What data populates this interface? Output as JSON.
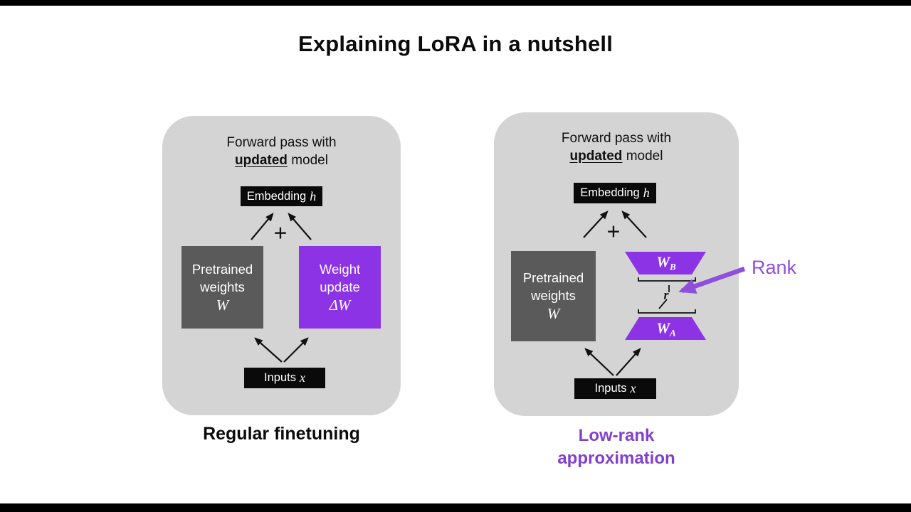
{
  "title": "Explaining LoRA in a nutshell",
  "colors": {
    "panel_bg": "#d4d4d4",
    "dark_box": "#5a5a5a",
    "purple_box": "#8c33e6",
    "rank_purple": "#8f4fdd",
    "caption_purple": "#8240cc",
    "letterbox": "#000000"
  },
  "left_panel": {
    "header": {
      "line1": "Forward pass with",
      "emphasis": "updated",
      "rest": " model"
    },
    "embedding": {
      "label": "Embedding",
      "math": "h"
    },
    "plus": "+",
    "pretrained": {
      "line1": "Pretrained",
      "line2": "weights",
      "math": "W"
    },
    "weight_update": {
      "line1": "Weight",
      "line2": "update",
      "math": "ΔW"
    },
    "inputs": {
      "label": "Inputs",
      "math": "x"
    },
    "caption": "Regular finetuning"
  },
  "right_panel": {
    "header": {
      "line1": "Forward pass with",
      "emphasis": "updated",
      "rest": " model"
    },
    "embedding": {
      "label": "Embedding",
      "math": "h"
    },
    "plus": "+",
    "pretrained": {
      "line1": "Pretrained",
      "line2": "weights",
      "math": "W"
    },
    "wb": {
      "base": "W",
      "sub": "B"
    },
    "r": "r",
    "wa": {
      "base": "W",
      "sub": "A"
    },
    "rank_label": "Rank",
    "caption_line1": "Low-rank",
    "caption_line2": "approximation"
  }
}
